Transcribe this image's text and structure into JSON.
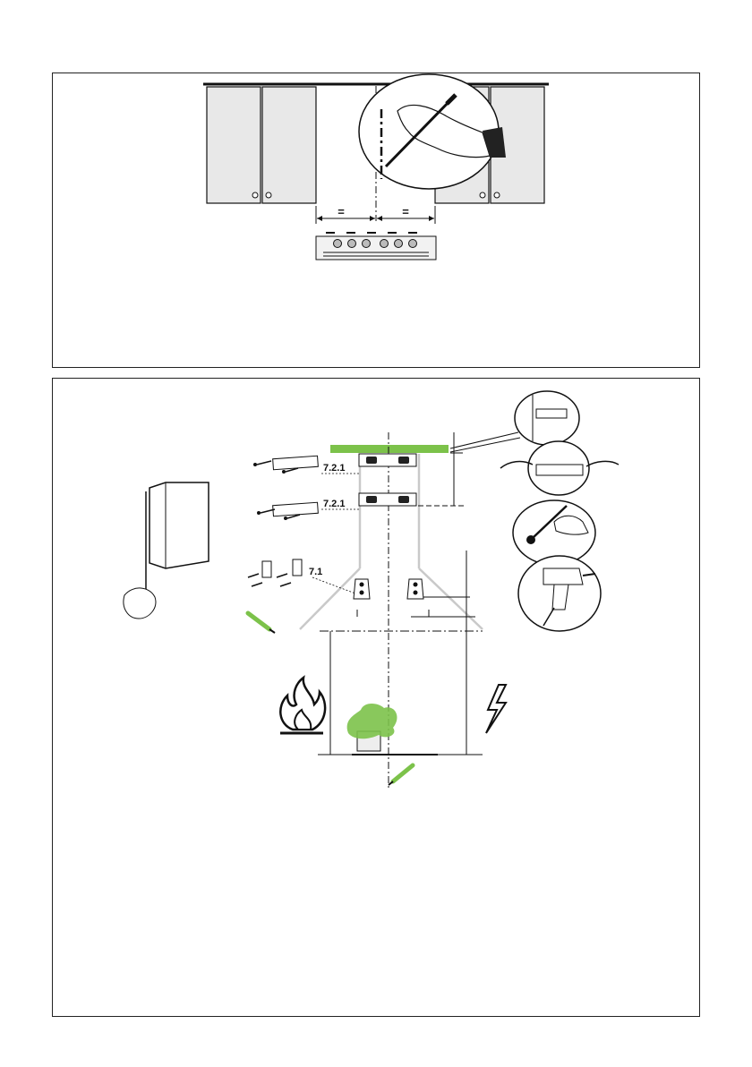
{
  "colors": {
    "accent_green": "#7cc24a",
    "line": "#111111",
    "cabinet_fill": "#e8e8e8",
    "hood_outline": "#c9c9c9",
    "fill_light": "#d9d9d9"
  },
  "panel_top": {
    "dimension_marks": [
      "=",
      "="
    ],
    "icons": [
      "wall-cabinet",
      "cooktop",
      "hand-marking-pencil"
    ]
  },
  "panel_bottom": {
    "labels": {
      "bracket_upper": "7.2.1",
      "bracket_lower": "7.2.1",
      "hood_bracket": "7.1"
    },
    "icons": [
      "chimney-cover",
      "fire-warning",
      "electric-warning",
      "pencil",
      "drill",
      "screws",
      "wall-plugs"
    ]
  },
  "page_number": ""
}
